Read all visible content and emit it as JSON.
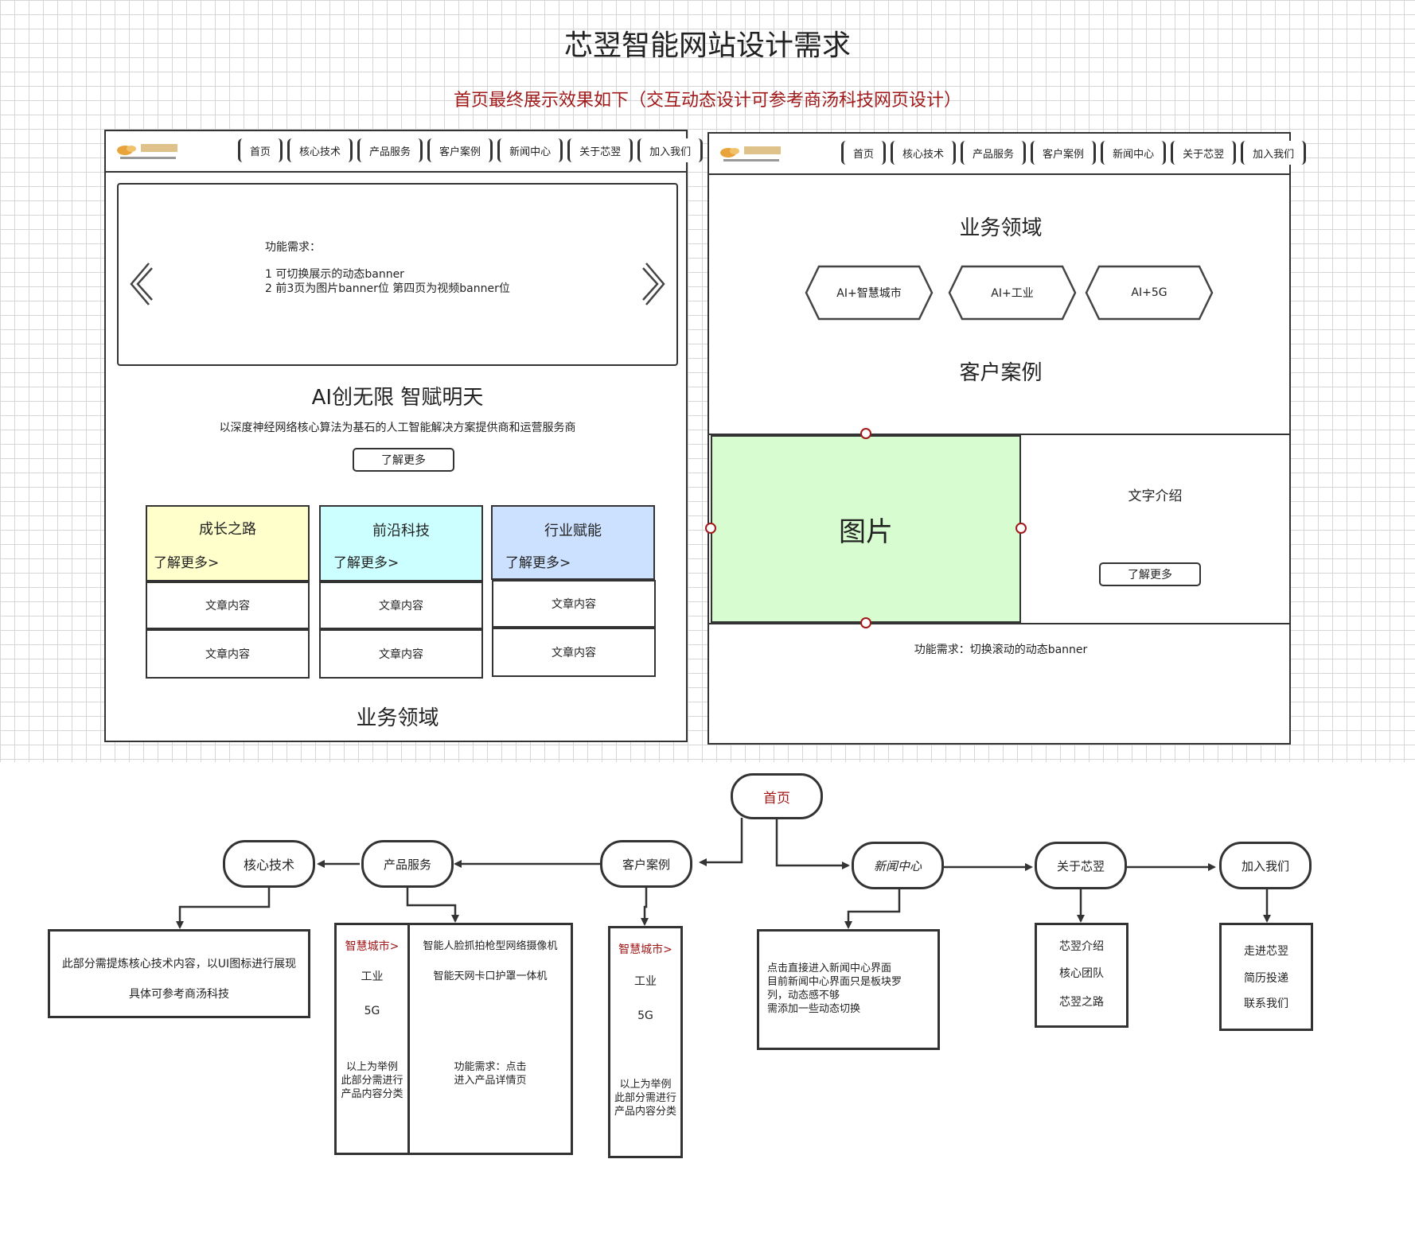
{
  "title": "芯翌智能网站设计需求",
  "subtitle": "首页最终展示效果如下（交互动态设计可参考商汤科技网页设计）",
  "nav": [
    "首页",
    "核心技术",
    "产品服务",
    "客户案例",
    "新闻中心",
    "关于芯翌",
    "加入我们"
  ],
  "left_panel": {
    "banner_req_title": "功能需求：",
    "banner_req_line1": "1 可切换展示的动态banner",
    "banner_req_line2": "2 前3页为图片banner位 第四页为视频banner位",
    "slogan": "AI创无限 智赋明天",
    "tagline": "以深度神经网络核心算法为基石的人工智能解决方案提供商和运营服务商",
    "more_button": "了解更多",
    "cards": [
      {
        "title": "成长之路",
        "link": "了解更多>",
        "row1": "文章内容",
        "row2": "文章内容",
        "color": "#ffffcc"
      },
      {
        "title": "前沿科技",
        "link": "了解更多>",
        "row1": "文章内容",
        "row2": "文章内容",
        "color": "#ccffff"
      },
      {
        "title": "行业赋能",
        "link": "了解更多>",
        "row1": "文章内容",
        "row2": "文章内容",
        "color": "#cce0ff"
      }
    ],
    "footer_heading": "业务领域"
  },
  "right_panel": {
    "business_heading": "业务领域",
    "hexes": [
      "AI+智慧城市",
      "AI+工业",
      "AI+5G"
    ],
    "cases_heading": "客户案例",
    "image_label": "图片",
    "text_intro": "文字介绍",
    "more_button": "了解更多",
    "req": "功能需求：切换滚动的动态banner",
    "image_color": "#d6fcd0"
  },
  "flow": {
    "home": "首页",
    "core_tech": "核心技术",
    "products": "产品服务",
    "cases": "客户案例",
    "news": "新闻中心",
    "about": "关于芯翌",
    "join": "加入我们",
    "core_box_line1": "此部分需提炼核心技术内容，以UI图标进行展现",
    "core_box_line2": "具体可参考商汤科技",
    "prod_left": {
      "item1": "智慧城市>",
      "item2": "工业",
      "item3": "5G",
      "note": "以上为举例\n此部分需进行\n产品内容分类"
    },
    "prod_right": {
      "item1": "智能人脸抓拍枪型网络摄像机",
      "item2": "智能天网卡口护罩一体机",
      "note": "功能需求：点击\n进入产品详情页"
    },
    "case_box": {
      "item1": "智慧城市>",
      "item2": "工业",
      "item3": "5G",
      "note": "以上为举例\n此部分需进行\n产品内容分类"
    },
    "news_box": "点击直接进入新闻中心界面\n目前新闻中心界面只是板块罗\n列，动态感不够\n需添加一些动态切换",
    "about_box": [
      "芯翌介绍",
      "核心团队",
      "芯翌之路"
    ],
    "join_box": [
      "走进芯翌",
      "简历投递",
      "联系我们"
    ]
  }
}
